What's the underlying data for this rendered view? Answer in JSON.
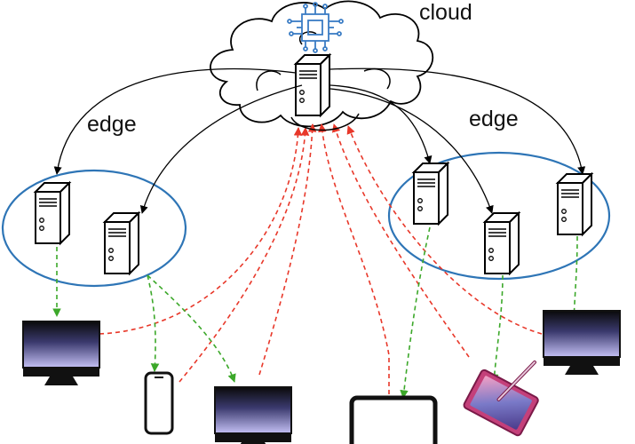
{
  "labels": {
    "cloud": "cloud",
    "edge_left": "edge",
    "edge_right": "edge"
  },
  "colors": {
    "background": "#ffffff",
    "cloud_stroke": "#000000",
    "edge_ellipse": "#2e75b6",
    "cloud_to_device": "#e8382a",
    "edge_to_device": "#3ca82a",
    "server_link": "#000000",
    "chip_icon": "#3a7cc4",
    "screen_gradient_top": "#0a0a0a",
    "screen_gradient_bottom": "#b6b2ee",
    "tablet_case": "#c4407a"
  },
  "icons": {
    "cloud_chip": "cpu-chip-icon",
    "server": "server-tower-icon",
    "monitor": "monitor-icon",
    "phone": "smartphone-icon",
    "tablet": "tablet-icon",
    "tablet_pen": "tablet-with-stylus-icon"
  }
}
